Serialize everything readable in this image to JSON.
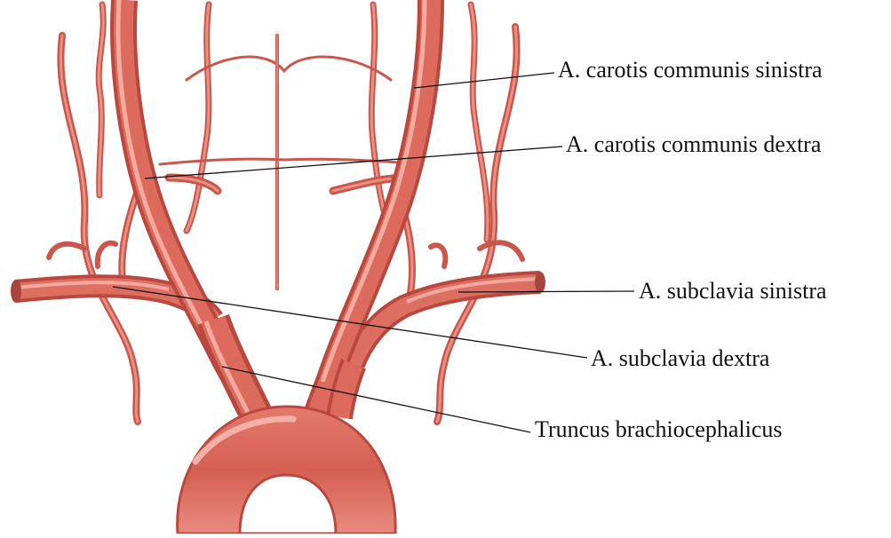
{
  "labels": {
    "carotis_sinistra": "A. carotis communis sinistra",
    "carotis_dextra": "A. carotis communis dextra",
    "subclavia_sinistra": "A. subclavia sinistra",
    "subclavia_dextra": "A. subclavia dextra",
    "truncus": "Truncus brachiocephalicus"
  },
  "colors": {
    "artery": "#d9695c",
    "artery_dark": "#b64a40",
    "artery_light": "#ef9a8e",
    "leader": "#111111",
    "background": "#ffffff"
  }
}
